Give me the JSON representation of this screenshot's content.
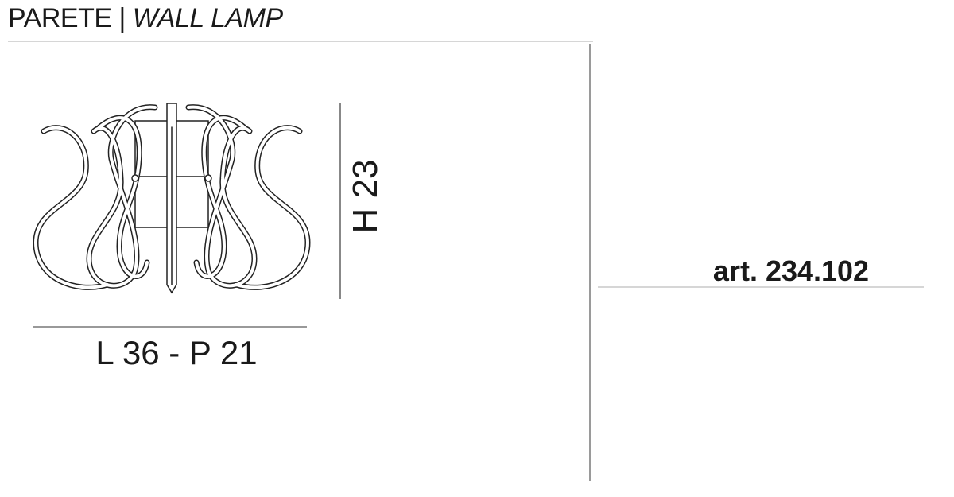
{
  "header": {
    "category": "PARETE",
    "separator": "|",
    "category_en": "WALL LAMP"
  },
  "dimensions": {
    "height": "H 23",
    "width_depth": "L 36 - P 21"
  },
  "article": {
    "code": "art. 234.102"
  }
}
